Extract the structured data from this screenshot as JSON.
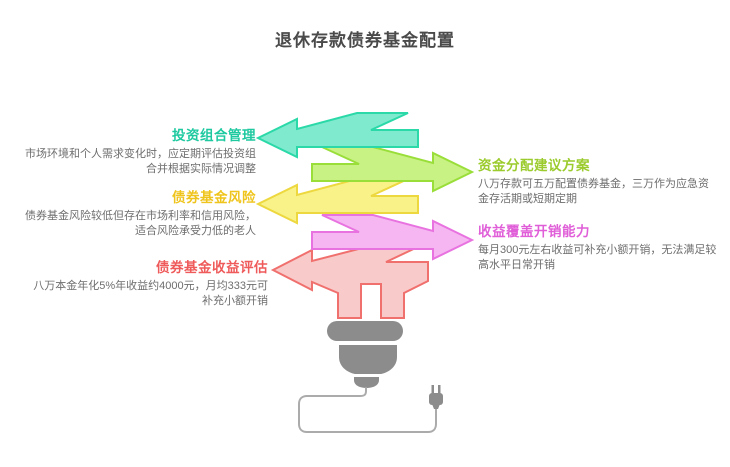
{
  "title": "退休存款债券基金配置",
  "sections": [
    {
      "title": "投资组合管理",
      "desc": "市场环境和个人需求变化时，应定期评估投资组合并根据实际情况调整",
      "title_color": "#1ec9a0"
    },
    {
      "title": "资金分配建议方案",
      "desc": "八万存款可五万配置债券基金，三万作为应急资金存活期或短期定期",
      "title_color": "#9bcb2d"
    },
    {
      "title": "债券基金风险",
      "desc": "债券基金风险较低但存在市场利率和信用风险，适合风险承受力低的老人",
      "title_color": "#efc41c"
    },
    {
      "title": "收益覆盖开销能力",
      "desc": "每月300元左右收益可补充小额开销，无法满足较高水平日常开销",
      "title_color": "#e05fd8"
    },
    {
      "title": "债券基金收益评估",
      "desc": "八万本金年化5%年收益约4000元，月均333元可补充小额开销",
      "title_color": "#ef5a5a"
    }
  ],
  "colors": {
    "background": "#ffffff",
    "main_title": "#4a4a4a",
    "desc_text": "#6e6e6e",
    "teal_fill": "#7feace",
    "teal_stroke": "#2bd9a8",
    "green_fill": "#c8f284",
    "green_stroke": "#9ade3a",
    "yellow_fill": "#f9f289",
    "yellow_stroke": "#edd83f",
    "magenta_fill": "#f6b6f2",
    "magenta_stroke": "#e873e0",
    "pink_fill": "#f9caca",
    "pink_stroke": "#f0706e",
    "bulb_gray": "#8c8c8c",
    "cord_gray": "#ababab"
  }
}
